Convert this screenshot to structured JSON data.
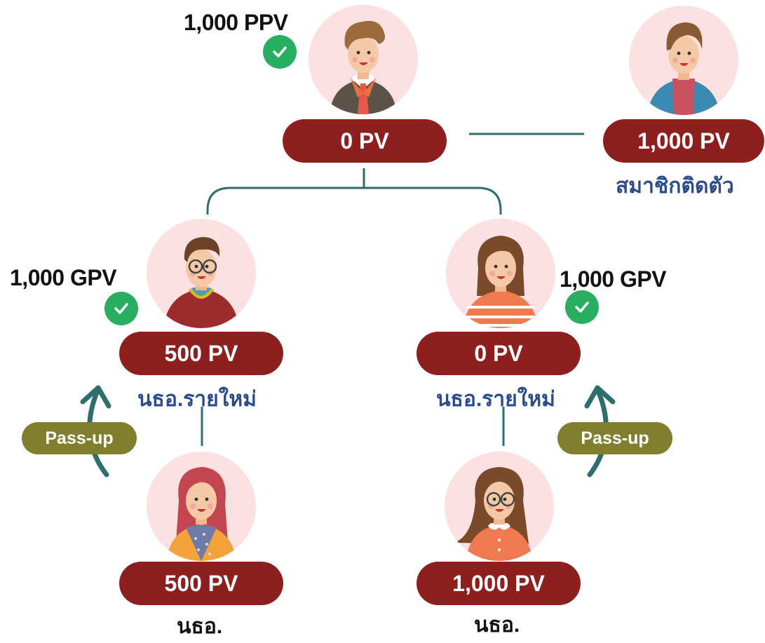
{
  "nodes": {
    "top": {
      "pv": "0 PV",
      "metric": "1,000 PPV"
    },
    "sponsor": {
      "pv": "1,000 PV",
      "role": "สมาชิกติดตัว"
    },
    "mid_left": {
      "pv": "500 PV",
      "metric": "1,000 GPV",
      "role": "นธอ.รายใหม่"
    },
    "mid_right": {
      "pv": "0 PV",
      "metric": "1,000 GPV",
      "role": "นธอ.รายใหม่"
    },
    "bottom_left": {
      "pv": "500 PV",
      "role": "นธอ."
    },
    "bottom_right": {
      "pv": "1,000 PV",
      "role": "นธอ."
    }
  },
  "pass_up": {
    "left": "Pass-up",
    "right": "Pass-up"
  },
  "colors": {
    "pill": "#8e1f1f",
    "avatar_bg": "#fbe1e1",
    "check": "#27ae60",
    "role_text": "#2a4b8d",
    "connector": "#2f6e6e",
    "pass_up": "#7f7f2e"
  }
}
